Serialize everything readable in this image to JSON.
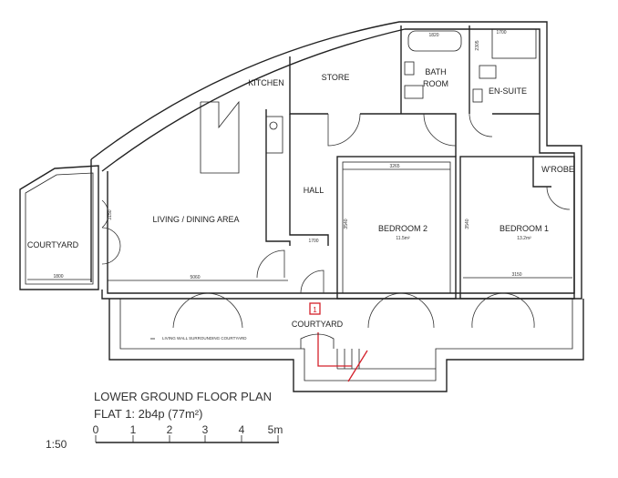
{
  "plan": {
    "title": "LOWER GROUND FLOOR PLAN",
    "subtitle": "FLAT 1: 2b4p (77m²)",
    "scale_ratio": "1:50",
    "scale_ticks": [
      "0",
      "1",
      "2",
      "3",
      "4",
      "5m"
    ]
  },
  "rooms": {
    "kitchen": "KITCHEN",
    "store": "STORE",
    "bath_line1": "BATH",
    "bath_line2": "ROOM",
    "ensuite": "EN-SUITE",
    "hall": "HALL",
    "living": "LIVING / DINING AREA",
    "bedroom2": "BEDROOM 2",
    "bedroom2_area": "11.5m²",
    "bedroom1": "BEDROOM 1",
    "bedroom1_area": "13.2m²",
    "wardrobe": "W'ROBE",
    "courtyard_left": "COURTYARD",
    "courtyard_front": "COURTYARD",
    "entrance_marker": "1",
    "living_wall_note": "LIVING WALL SURROUNDING COURTYARD"
  },
  "dimensions": {
    "bath_width": "1820",
    "ensuite_depth": "2305",
    "shower": "1700",
    "bedroom2_width": "3265",
    "bedroom2_depth": "3540",
    "bedroom1_depth": "3540",
    "bedroom1_width": "3150",
    "living_door": "3150",
    "courtyard_width": "1800",
    "living_width": "5060",
    "hall_width": "1700"
  },
  "colors": {
    "accent": "#d4202a"
  }
}
